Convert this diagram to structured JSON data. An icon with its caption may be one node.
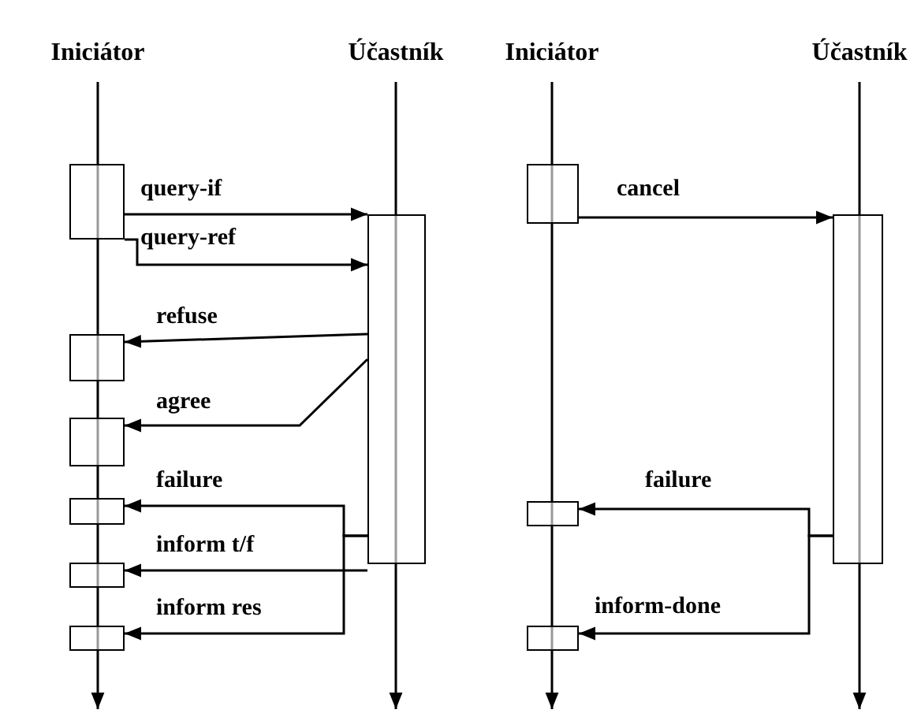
{
  "diagram": {
    "nodes": [
      {
        "text": [
          "Iniciátor"
        ]
      },
      {
        "text": [
          "Účastník"
        ]
      },
      {
        "text": [
          "Iniciátor"
        ]
      },
      {
        "text": [
          "Účastník"
        ]
      },
      {
        "text": [],
        "shape": "bar"
      },
      {
        "text": [],
        "shape": "bar"
      },
      {
        "text": [],
        "shape": "bar"
      },
      {
        "text": [],
        "shape": "bar"
      },
      {
        "text": [],
        "shape": "bar"
      },
      {
        "text": [],
        "shape": "bar"
      },
      {
        "text": [],
        "shape": "bar"
      },
      {
        "text": [],
        "shape": "bar"
      },
      {
        "text": [],
        "shape": "bar"
      },
      {
        "text": [],
        "shape": "bar"
      },
      {
        "text": [],
        "shape": "bar"
      }
    ],
    "edges": [
      {
        "from": 0,
        "to": null,
        "arrow": "to"
      },
      {
        "from": 1,
        "to": null,
        "arrow": "to"
      },
      {
        "from": 2,
        "to": null,
        "arrow": "to"
      },
      {
        "from": 3,
        "to": null,
        "arrow": "to"
      },
      {
        "from": 4,
        "to": 10,
        "arrow": "to",
        "label": "query-if"
      },
      {
        "from": 4,
        "to": 10,
        "arrow": "to",
        "label": "query-ref"
      },
      {
        "from": 10,
        "to": 5,
        "arrow": "to",
        "label": "refuse"
      },
      {
        "from": 10,
        "to": 6,
        "arrow": "to",
        "label": "agree"
      },
      {
        "from": 10,
        "to": 7,
        "arrow": "to",
        "label": "failure"
      },
      {
        "from": 10,
        "to": 8,
        "arrow": "to",
        "label": "inform t/f"
      },
      {
        "from": 10,
        "to": 9,
        "arrow": "to",
        "label": "inform res"
      },
      {
        "from": 11,
        "to": 12,
        "arrow": "to",
        "label": "cancel"
      },
      {
        "from": 12,
        "to": 13,
        "arrow": "to",
        "label": "failure"
      },
      {
        "from": 12,
        "to": 14,
        "arrow": "to",
        "label": "inform-done"
      }
    ]
  }
}
